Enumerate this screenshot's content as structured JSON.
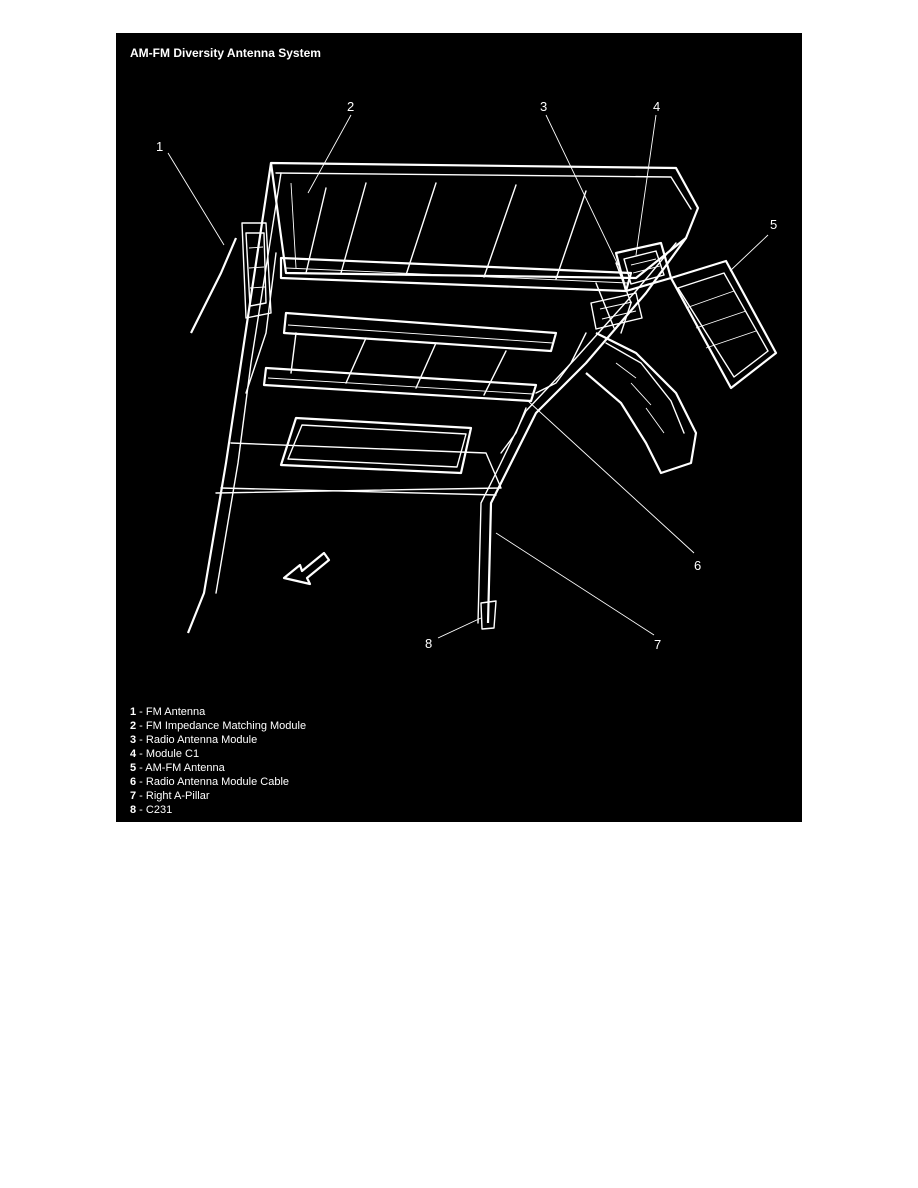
{
  "figure": {
    "title": "AM-FM Diversity Antenna System",
    "callouts": [
      "1",
      "2",
      "3",
      "4",
      "5",
      "6",
      "7",
      "8"
    ],
    "legend": [
      {
        "num": "1",
        "sep": " - ",
        "label": "FM Antenna"
      },
      {
        "num": "2",
        "sep": " - ",
        "label": "FM Impedance Matching Module"
      },
      {
        "num": "3",
        "sep": " - ",
        "label": "Radio Antenna Module"
      },
      {
        "num": "4",
        "sep": " - ",
        "label": "Module C1"
      },
      {
        "num": "5",
        "sep": " - ",
        "label": "AM-FM Antenna"
      },
      {
        "num": "6",
        "sep": " - ",
        "label": "Radio Antenna Module Cable"
      },
      {
        "num": "7",
        "sep": " - ",
        "label": "Right A-Pillar"
      },
      {
        "num": "8",
        "sep": " - ",
        "label": "C231"
      }
    ],
    "colors": {
      "background": "#000000",
      "line": "#ffffff"
    }
  }
}
